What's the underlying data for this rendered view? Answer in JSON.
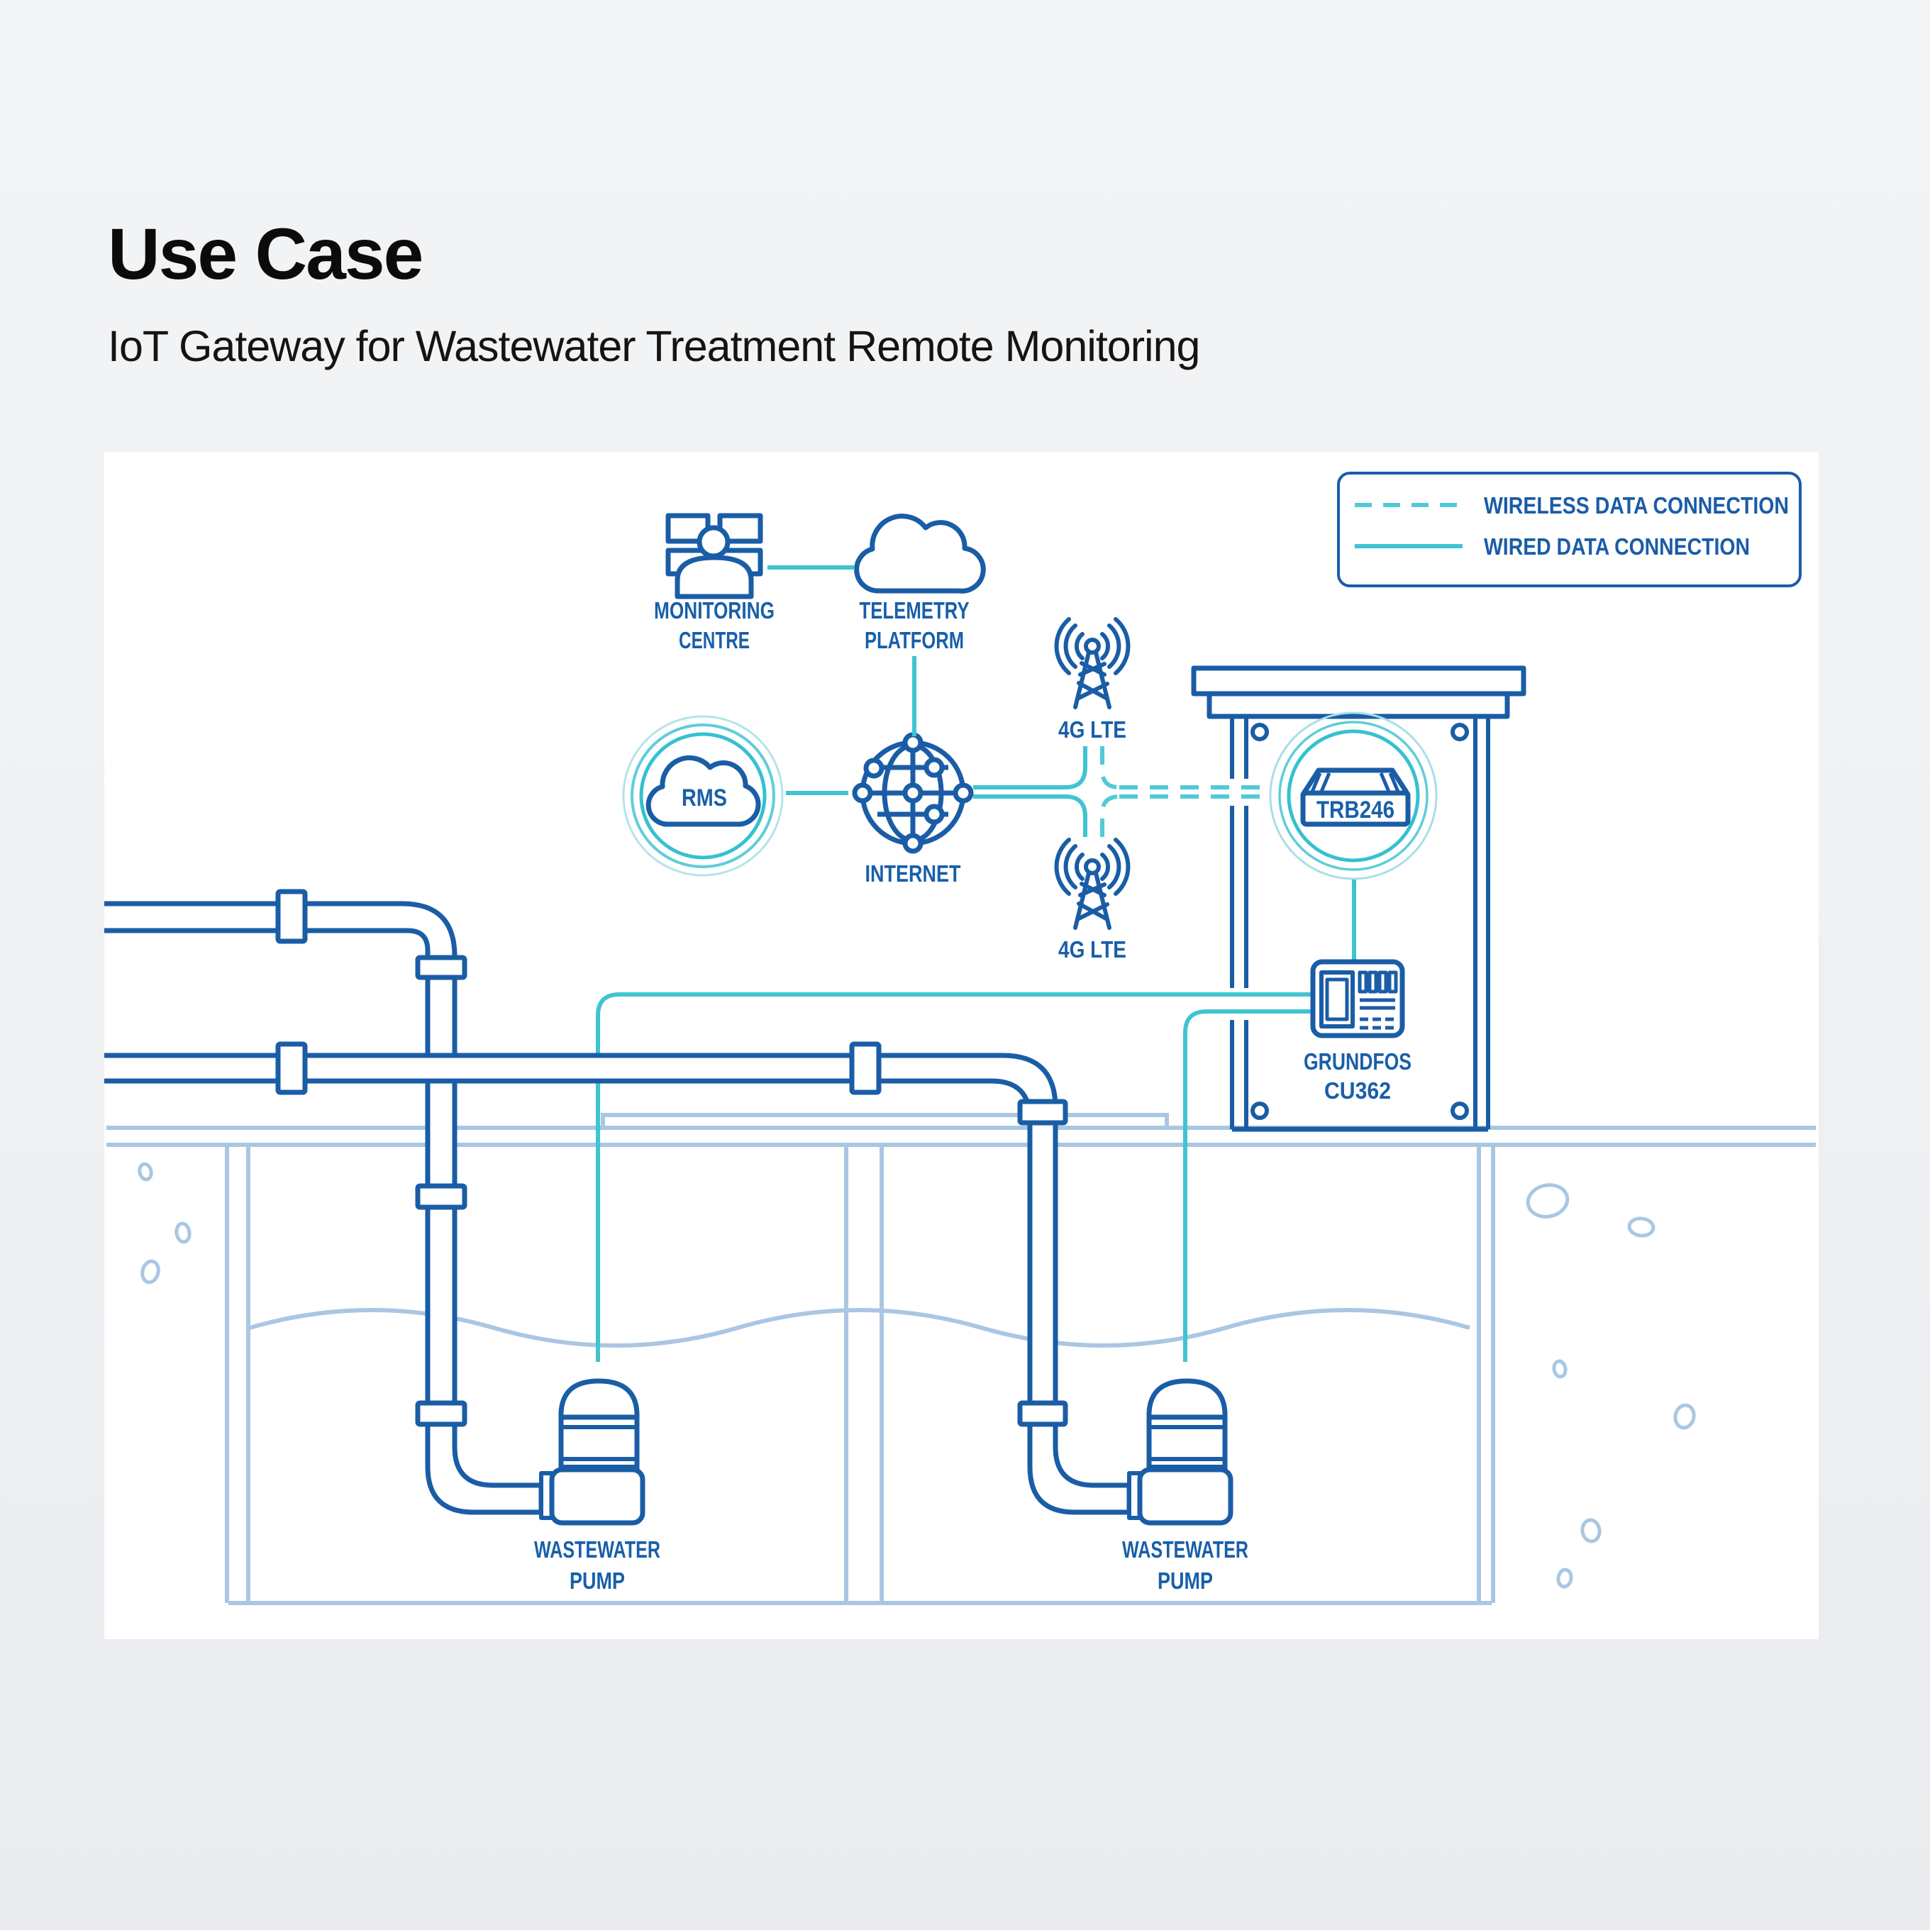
{
  "page": {
    "title": "Use Case",
    "subtitle": "IoT Gateway for Wastewater Treatment Remote Monitoring"
  },
  "legend": {
    "items": [
      {
        "name": "wireless",
        "style": "dashed",
        "label": "WIRELESS DATA CONNECTION"
      },
      {
        "name": "wired",
        "style": "solid",
        "label": "WIRED DATA CONNECTION"
      }
    ]
  },
  "nodes": {
    "monitoring_centre": {
      "icon": "monitoring-centre-icon",
      "label_line1": "MONITORING",
      "label_line2": "CENTRE"
    },
    "telemetry_platform": {
      "icon": "cloud-icon",
      "label_line1": "TELEMETRY",
      "label_line2": "PLATFORM"
    },
    "rms": {
      "icon": "rms-cloud-icon",
      "label": "RMS"
    },
    "internet": {
      "icon": "globe-icon",
      "label": "INTERNET"
    },
    "lte_top": {
      "icon": "cell-tower-icon",
      "label": "4G LTE"
    },
    "lte_bottom": {
      "icon": "cell-tower-icon",
      "label": "4G LTE"
    },
    "gateway": {
      "icon": "router-box-icon",
      "label": "TRB246"
    },
    "controller": {
      "icon": "control-unit-icon",
      "label_line1": "GRUNDFOS",
      "label_line2": "CU362"
    },
    "pump_left": {
      "icon": "pump-icon",
      "label_line1": "WASTEWATER",
      "label_line2": "PUMP"
    },
    "pump_right": {
      "icon": "pump-icon",
      "label_line1": "WASTEWATER",
      "label_line2": "PUMP"
    }
  },
  "colors": {
    "diagram_blue": "#1a5da6",
    "label_blue": "#185fa9",
    "wire_teal": "#3fc4d1",
    "dashed_teal": "#52cad6",
    "ring_teal_light": "#a8dfe8",
    "underground_pale_blue": "#a9c7e3",
    "panel_bg": "#ffffff",
    "page_bg": "#eff1f3",
    "title_color": "#0b0b0b"
  }
}
